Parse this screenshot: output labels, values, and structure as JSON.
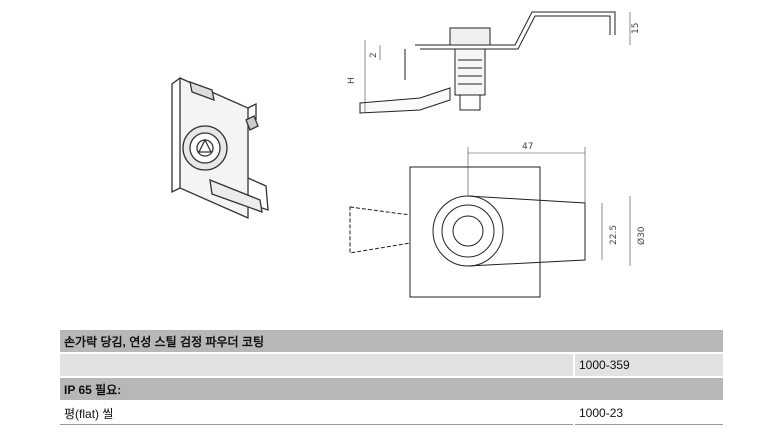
{
  "drawing": {
    "dim_15": "15",
    "dim_2": "2",
    "dim_H": "H",
    "dim_47": "47",
    "dim_22_5": "22.5",
    "dim_d30": "Ø30"
  },
  "table": {
    "title": "손가락 당김, 연성 스틸 검정 파우더 코팅",
    "row1_code": "1000-359",
    "section2": "IP 65 필요:",
    "row2_label": "평(flat) 씰",
    "row2_code": "1000-23"
  }
}
